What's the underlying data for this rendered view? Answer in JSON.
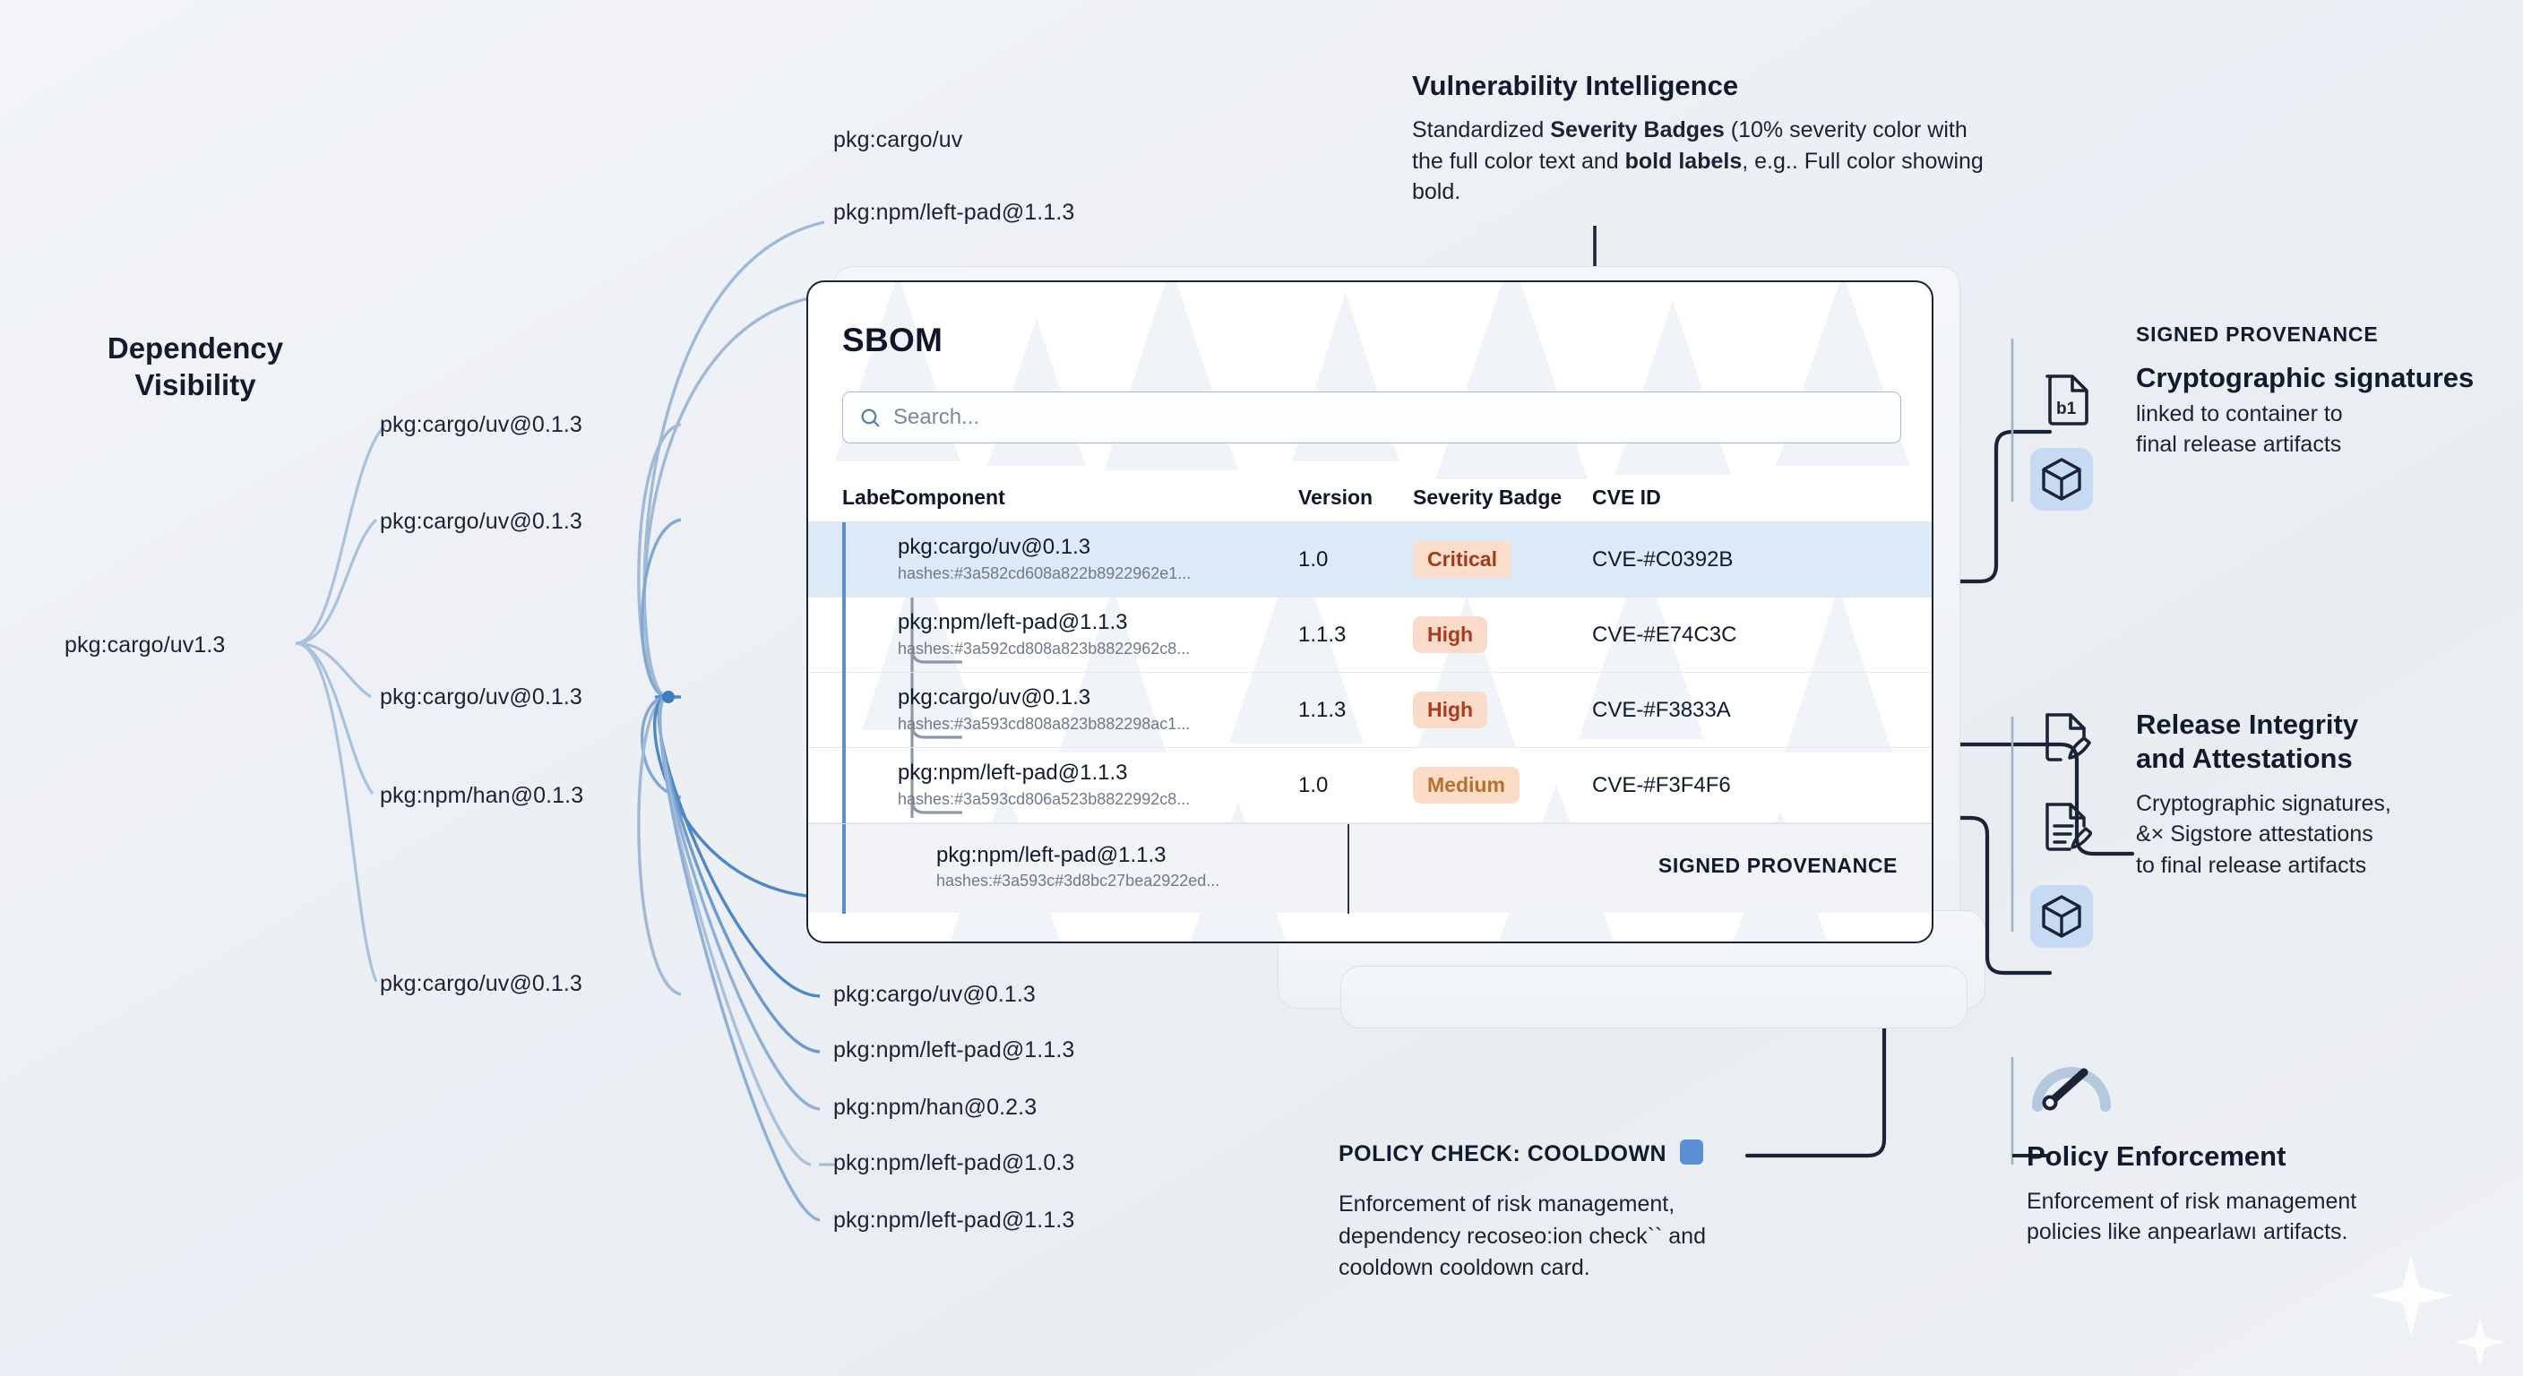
{
  "left_panel": {
    "title_line1": "Dependency",
    "title_line2": "Visibility",
    "root_label": "pkg:cargo/uv1.3",
    "tier1": [
      "pkg:cargo/uv@0.1.3",
      "pkg:cargo/uv@0.1.3",
      "pkg:cargo/uv@0.1.3",
      "pkg:npm/han@0.1.3",
      "pkg:cargo/uv@0.1.3"
    ],
    "tier2_top": [
      "pkg:cargo/uv",
      "pkg:npm/left-pad@1.1.3"
    ],
    "tier2_bottom": [
      "pkg:cargo/uv@0.1.3",
      "pkg:npm/left-pad@1.1.3",
      "pkg:npm/han@0.2.3",
      "pkg:npm/left-pad@1.0.3",
      "pkg:npm/left-pad@1.1.3"
    ]
  },
  "vuln_annotation": {
    "title": "Vulnerability Intelligence",
    "line1_a": "Standardized ",
    "line1_b": "Severity Badges",
    "line1_c": " (10% severity",
    "line2_a": "color with the full color text and ",
    "line2_b": "bold labels",
    "line2_c": ",",
    "line3": "e.g.. Full color showing bold."
  },
  "sbom": {
    "title": "SBOM",
    "search_placeholder": "Search...",
    "columns": [
      "Label",
      "Component",
      "Version",
      "Severity Badge",
      "CVE ID"
    ],
    "rows": [
      {
        "component": "pkg:cargo/uv@0.1.3",
        "hash": "hashes:#3a582cd608a822b8922962e1...",
        "version": "1.0",
        "severity": "Critical",
        "severity_class": "sev-critical",
        "cve": "CVE-#C0392B",
        "selected": true,
        "has_connector": true
      },
      {
        "component": "pkg:npm/left-pad@1.1.3",
        "hash": "hashes:#3a592cd808a823b8822962c8...",
        "version": "1.1.3",
        "severity": "High",
        "severity_class": "sev-high",
        "cve": "CVE-#E74C3C",
        "selected": false,
        "has_connector": false
      },
      {
        "component": "pkg:cargo/uv@0.1.3",
        "hash": "hashes:#3a593cd808a823b882298ac1...",
        "version": "1.1.3",
        "severity": "High",
        "severity_class": "sev-high",
        "cve": "CVE-#F3833A",
        "selected": false,
        "has_connector": true
      },
      {
        "component": "pkg:npm/left-pad@1.1.3",
        "hash": "hashes:#3a593cd806a523b8822992c8...",
        "version": "1.0",
        "severity": "Medium",
        "severity_class": "sev-medium",
        "cve": "CVE-#F3F4F6",
        "selected": false,
        "has_connector": true
      }
    ],
    "overflow_row": {
      "component": "pkg:npm/left-pad@1.1.3",
      "hash": "hashes:#3a593c#3d8bc27bea2922ed..."
    },
    "signed_provenance_label": "SIGNED PROVENANCE"
  },
  "right_sections": [
    {
      "kicker": "SIGNED PROVENANCE",
      "title": "Cryptographic signatures",
      "body_rest": "linked to container to\nfinal release artifacts",
      "icons": [
        "file-b1-icon",
        "cube-icon"
      ]
    },
    {
      "kicker": "",
      "title": "Release Integrity\nand Attestations",
      "body_rest": "Cryptographic signatures,\n&× Sigstore attestations\nto final release artifacts",
      "icons": [
        "signed-document-icon",
        "document-pen-icon",
        "cube-icon"
      ]
    },
    {
      "kicker": "",
      "title": "Policy Enforcement",
      "body_rest": "Enforcement of risk management\npolicies like anpearlawı artifacts.",
      "icons": [
        "gauge-icon"
      ]
    }
  ],
  "policy_check": {
    "title": "POLICY CHECK: COOLDOWN",
    "body_line1": "Enforcement of risk management,",
    "body_line2": "dependency recoseo:ion check`` and",
    "body_line3": "cooldown cooldown card."
  },
  "colors": {
    "background": "#eef1f5",
    "card_border": "#1c2438",
    "row_selected": "#dce9f7",
    "accent_blue": "#5a8fd4",
    "critical_bg": "#fbddcc",
    "critical_text": "#a23b1c",
    "high_bg": "#fadbc9",
    "high_text": "#a63d1e",
    "medium_bg": "#fbdcc6",
    "medium_text": "#b4712d",
    "icon_tile": "#c6dbf3"
  }
}
